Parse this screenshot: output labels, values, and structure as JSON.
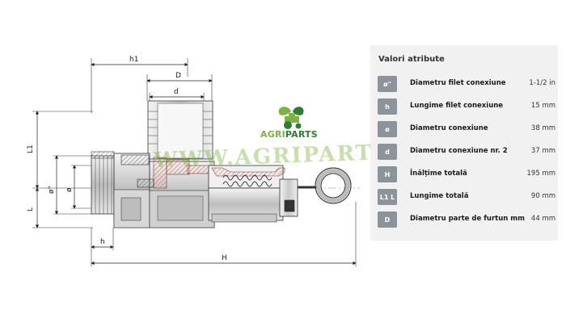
{
  "drawing": {
    "dimensions": {
      "h1": "h1",
      "D": "D",
      "d": "d",
      "L1": "L1",
      "L": "L",
      "thread_dia": "ø\"",
      "dia": "ø",
      "h": "h",
      "H": "H"
    }
  },
  "logo": {
    "part1": "AGRI",
    "part2": "PARTS"
  },
  "watermark": "WWW.AGRIPARTS.RO",
  "panel": {
    "title": "Valori atribute",
    "rows": [
      {
        "symbol": "ø\"",
        "label": "Diametru filet conexiune",
        "value": "1-1/2 in"
      },
      {
        "symbol": "h",
        "label": "Lungime filet conexiune",
        "value": "15 mm"
      },
      {
        "symbol": "ø",
        "label": "Diametru conexiune",
        "value": "38 mm"
      },
      {
        "symbol": "d",
        "label": "Diametru conexiune nr. 2",
        "value": "37 mm"
      },
      {
        "symbol": "H",
        "label": "Înălțime totală",
        "value": "195 mm"
      },
      {
        "symbol": "L1 L",
        "label": "Lungime totală",
        "value": "90 mm"
      },
      {
        "symbol": "D",
        "label": "Diametru parte de furtun mm",
        "value": "44 mm"
      }
    ]
  },
  "colors": {
    "panel_bg": "#f1f1f1",
    "badge_bg": "#8c939b",
    "logo_light": "#7cb342",
    "logo_dark": "#2e7d32",
    "hatch": "#cc6a58",
    "line": "#222222"
  }
}
